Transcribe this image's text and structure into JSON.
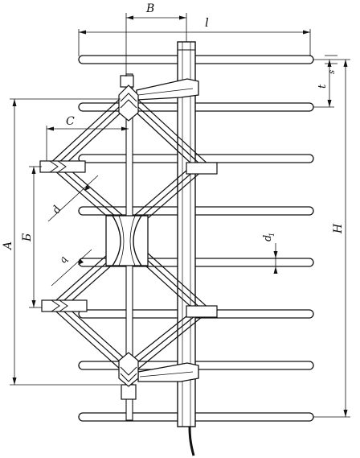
{
  "figure": {
    "labels": {
      "B": "B",
      "l": "l",
      "t": "t",
      "s": "s",
      "C": "C",
      "A": "A",
      "Б": "Б",
      "d": "d",
      "q": "q",
      "d1": "d",
      "d1_sub": "1",
      "H": "H"
    },
    "reflector_rod_count": 8,
    "colors": {
      "ink": "#111111",
      "paper": "#ffffff"
    }
  }
}
